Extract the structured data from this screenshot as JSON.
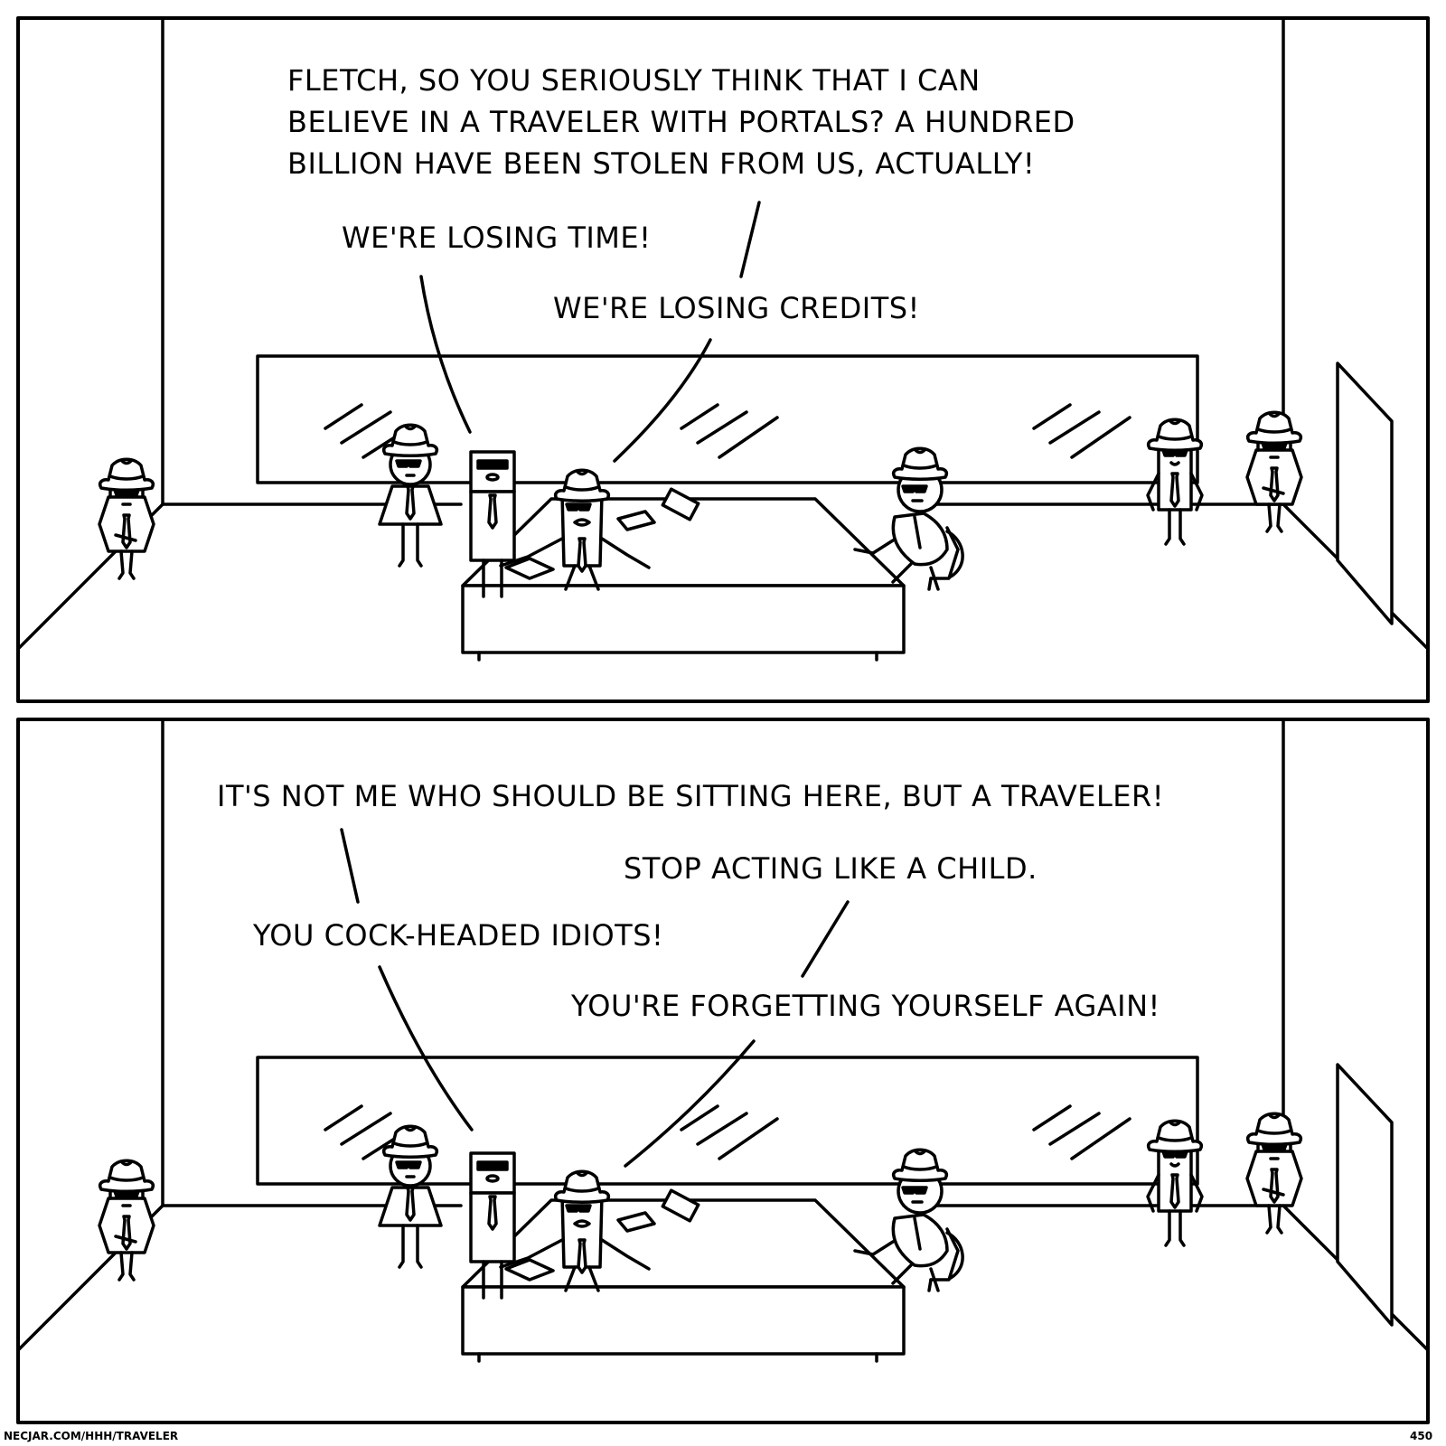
{
  "comic": {
    "panel_1": {
      "speech_fletch": "FLETCH, SO YOU SERIOUSLY THINK THAT I CAN\nBELIEVE IN A TRAVELER WITH PORTALS? A HUNDRED\nBILLION HAVE BEEN STOLEN FROM US, ACTUALLY!",
      "speech_time": "WE'RE LOSING TIME!",
      "speech_credits": "WE'RE LOSING CREDITS!"
    },
    "panel_2": {
      "speech_traveler": "IT'S NOT ME WHO SHOULD BE SITTING HERE, BUT A TRAVELER!",
      "speech_child": "STOP ACTING LIKE A CHILD.",
      "speech_idiots": "YOU COCK-HEADED IDIOTS!",
      "speech_forgetting": "YOU'RE FORGETTING YOURSELF AGAIN!"
    }
  },
  "footer": {
    "credit": "NECJAR.COM/HHH/TRAVELER",
    "page_number": "450"
  }
}
